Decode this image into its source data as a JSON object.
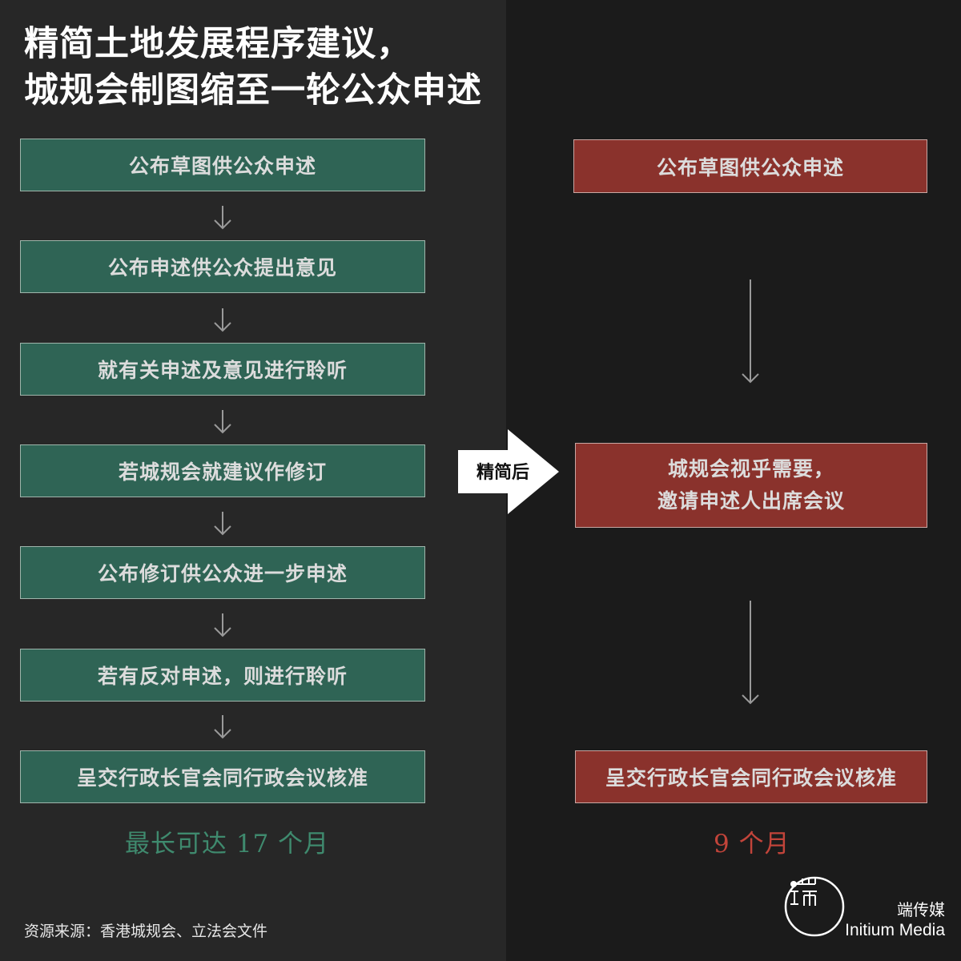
{
  "title": {
    "line1": "精简土地发展程序建议，",
    "line2": "城规会制图缩至一轮公众申述"
  },
  "before": {
    "steps": [
      "公布草图供公众申述",
      "公布申述供公众提出意见",
      "就有关申述及意见进行聆听",
      "若城规会就建议作修订",
      "公布修订供公众进一步申述",
      "若有反对申述，则进行聆听",
      "呈交行政长官会同行政会议核准"
    ],
    "duration": "最长可达 17 个月"
  },
  "transition": {
    "label": "精简后"
  },
  "after": {
    "steps": [
      {
        "line1": "公布草图供公众申述"
      },
      {
        "line1": "城规会视乎需要，",
        "line2": "邀请申述人出席会议"
      },
      {
        "line1": "呈交行政长官会同行政会议核准"
      }
    ],
    "duration": "9 个月"
  },
  "footer": {
    "source": "资源来源：香港城规会、立法会文件",
    "brand_cn": "端传媒",
    "brand_en": "Initium Media"
  },
  "colors": {
    "green_box": "#2f6455",
    "red_box": "#8a322c",
    "left_duration": "#3f8a6e",
    "right_duration": "#c2443a"
  }
}
